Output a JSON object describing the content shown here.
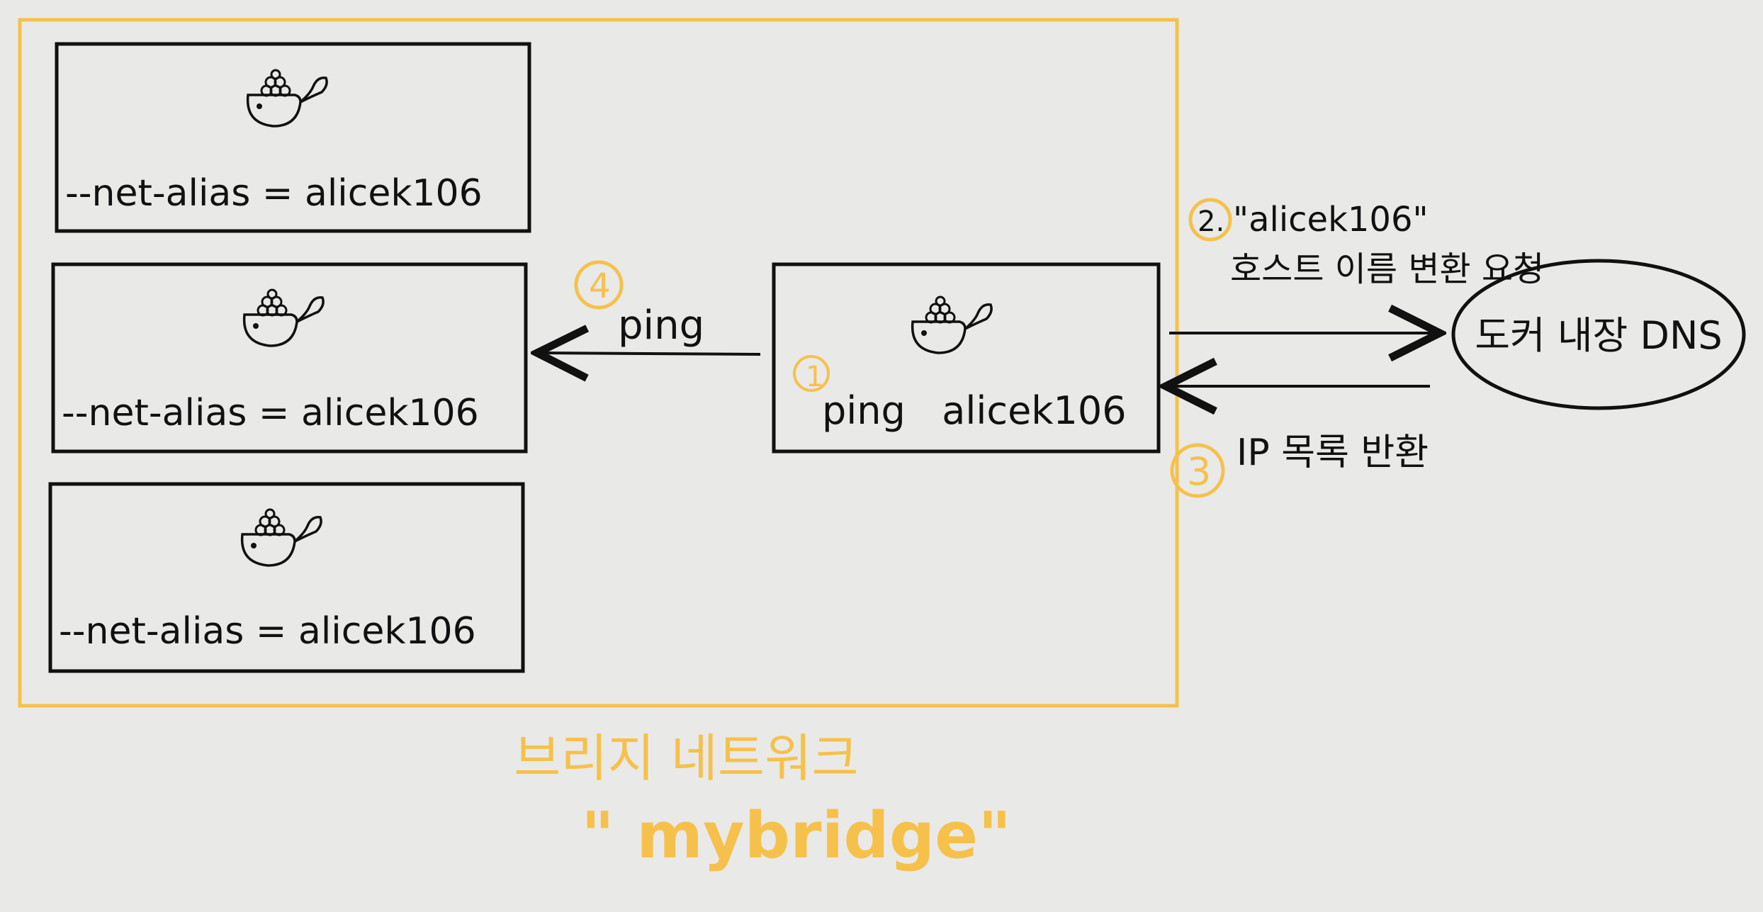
{
  "colors": {
    "background": "#e9e9e8",
    "ink": "#111111",
    "accent": "#f6c14b"
  },
  "containers": [
    {
      "label": "--net-alias = alicek106",
      "icon": "docker-whale-icon"
    },
    {
      "label": "--net-alias = alicek106",
      "icon": "docker-whale-icon"
    },
    {
      "label": "--net-alias = alicek106",
      "icon": "docker-whale-icon"
    }
  ],
  "client": {
    "label": "ping   alicek106",
    "icon": "docker-whale-icon"
  },
  "dns": {
    "label": "도커 내장 DNS"
  },
  "steps": {
    "one": "1",
    "two": "2.",
    "two_text_line1": "\"alicek106\"",
    "two_text_line2": "호스트 이름 변환 요청",
    "three": "3",
    "three_text": "IP 목록 반환",
    "four": "4",
    "four_text": "ping"
  },
  "network_caption": {
    "line1": "브리지 네트워크",
    "line2": "\" mybridge\""
  }
}
